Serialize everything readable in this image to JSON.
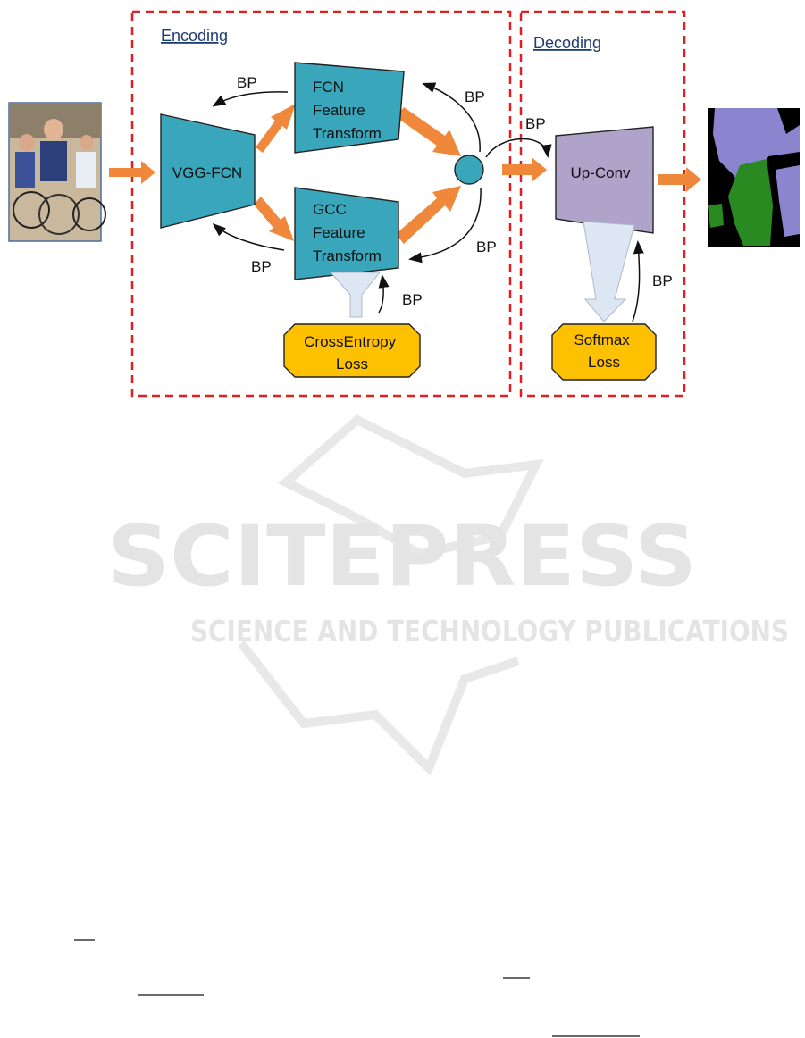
{
  "diagram": {
    "sections": {
      "encoding": "Encoding",
      "decoding": "Decoding"
    },
    "nodes": {
      "vgg_fcn": "VGG-FCN",
      "fcn_ft": [
        "FCN",
        "Feature",
        "Transform"
      ],
      "gcc_ft": [
        "GCC",
        "Feature",
        "Transform"
      ],
      "cross_entropy": [
        "CrossEntropy",
        "Loss"
      ],
      "up_conv": "Up-Conv",
      "softmax": [
        "Softmax",
        "Loss"
      ]
    },
    "bp_label": "BP",
    "colors": {
      "section_border": "#e02020",
      "encoder_block": "#3aa6bb",
      "decoder_block": "#b0a3c9",
      "loss_box": "#fdc101",
      "flow_arrow": "#f0883c",
      "loss_arrow": "#dde7f3",
      "section_title": "#1f3b73"
    }
  },
  "watermark": {
    "title": "SCITEPRESS",
    "subtitle": "SCIENCE AND TECHNOLOGY PUBLICATIONS"
  }
}
